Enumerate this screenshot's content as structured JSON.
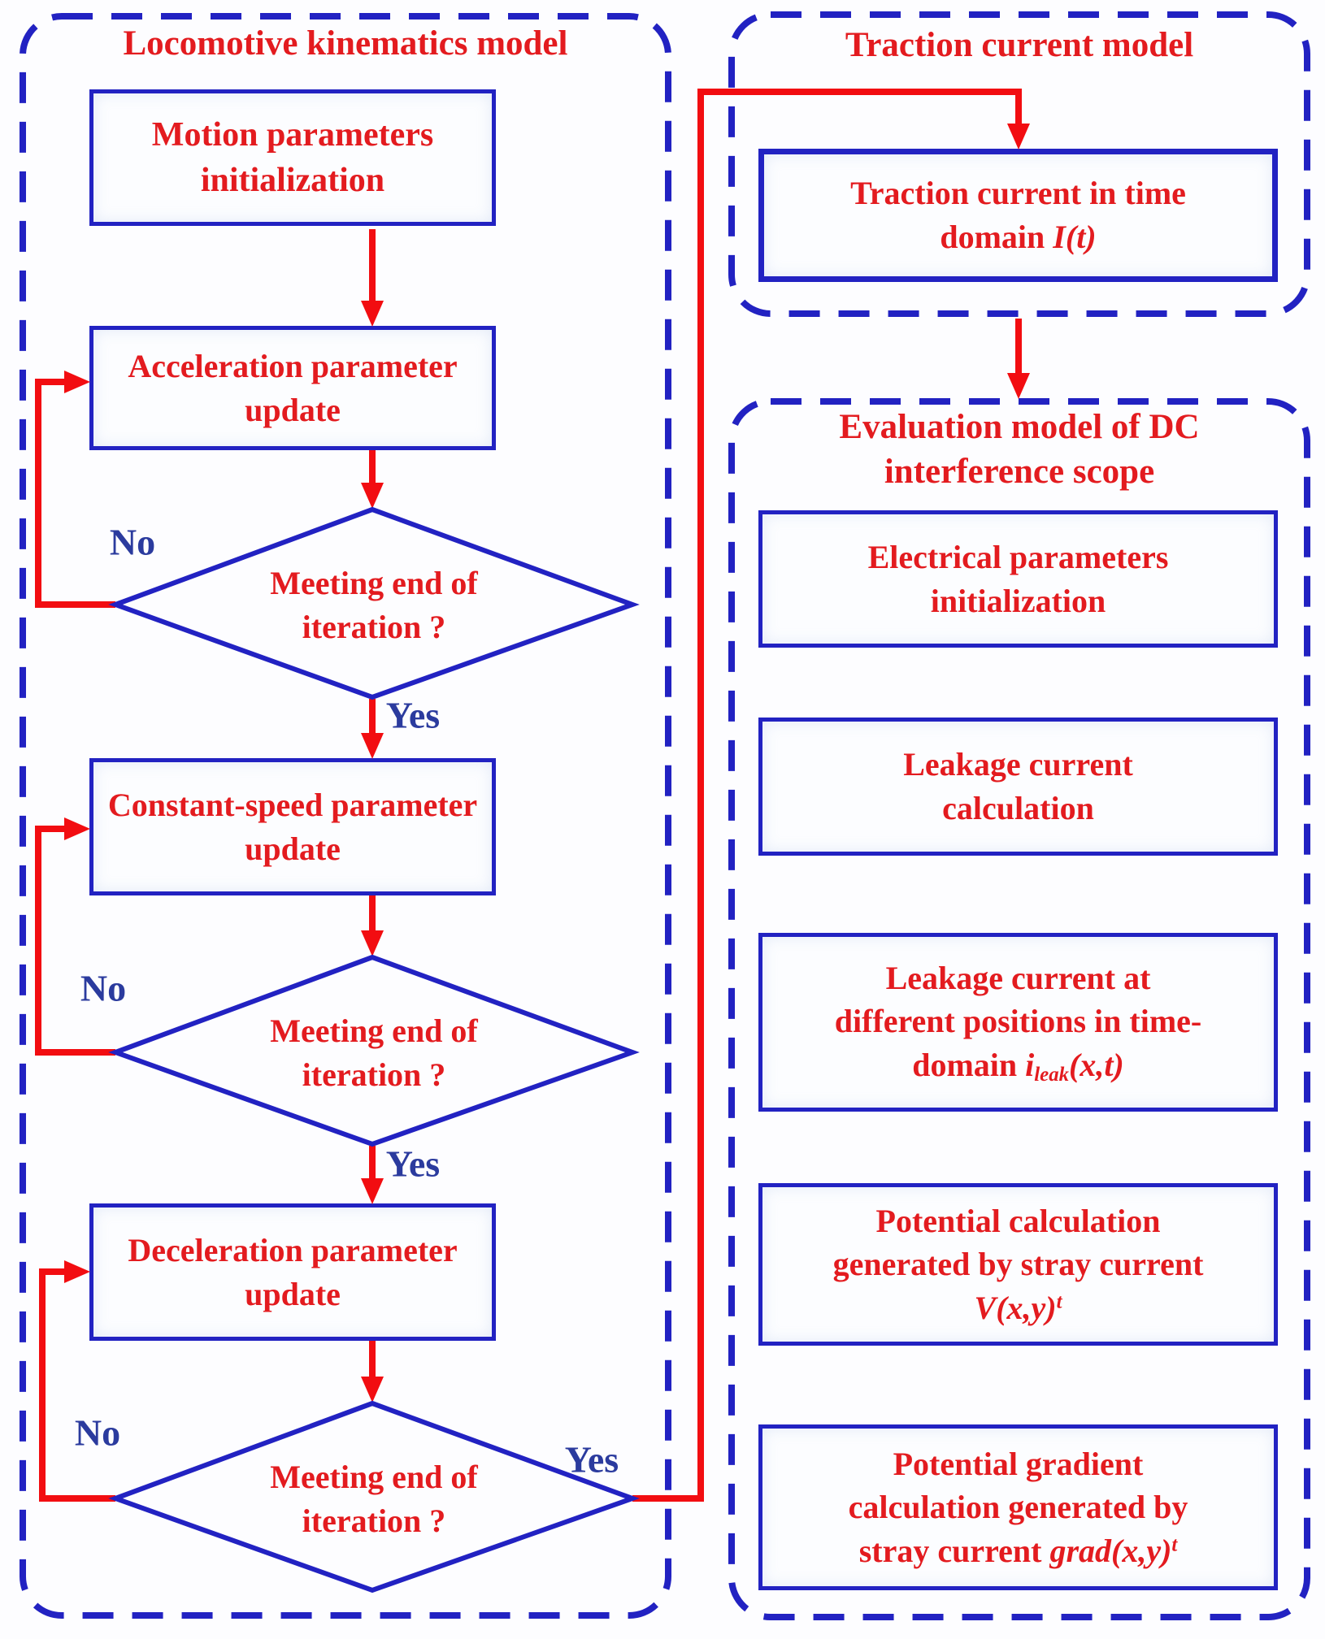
{
  "colors": {
    "red_text": "#e31b1f",
    "red_arrow": "#f20d11",
    "blue_border": "#2222c2",
    "blue_label": "#2b3b9e",
    "background": "#fdfdff"
  },
  "left_panel": {
    "title": "Locomotive kinematics model",
    "box_motion_line1": "Motion parameters",
    "box_motion_line2": "initialization",
    "box_accel_line1": "Acceleration parameter",
    "box_accel_line2": "update",
    "box_const_line1": "Constant-speed parameter",
    "box_const_line2": "update",
    "box_decel_line1": "Deceleration parameter",
    "box_decel_line2": "update",
    "decision_line1": "Meeting end of",
    "decision_line2": "iteration ?",
    "label_no": "No",
    "label_yes": "Yes"
  },
  "traction_panel": {
    "title": "Traction current model",
    "box_line1": "Traction current in time",
    "box_line2": "domain",
    "math_base": "I",
    "math_args": "(t)"
  },
  "evaluation_panel": {
    "title_line1": "Evaluation model of DC",
    "title_line2": "interference scope",
    "box_electrical_line1": "Electrical parameters",
    "box_electrical_line2": "initialization",
    "box_leakcalc_line1": "Leakage current",
    "box_leakcalc_line2": "calculation",
    "box_leaktime_line1": "Leakage current at",
    "box_leaktime_line2": "different positions in time-",
    "box_leaktime_line3": "domain",
    "box_leaktime_math_base": "i",
    "box_leaktime_math_sub": "leak",
    "box_leaktime_math_args": "(x,t)",
    "box_potential_line1": "Potential calculation",
    "box_potential_line2": "generated by stray current",
    "box_potential_math_base": "V",
    "box_potential_math_args": "(x,y)",
    "box_potential_math_sup": "t",
    "box_gradient_line1": "Potential gradient",
    "box_gradient_line2": "calculation generated by",
    "box_gradient_line3": "stray current",
    "box_gradient_math_base": "grad",
    "box_gradient_math_args": "(x,y)",
    "box_gradient_math_sup": "t"
  }
}
